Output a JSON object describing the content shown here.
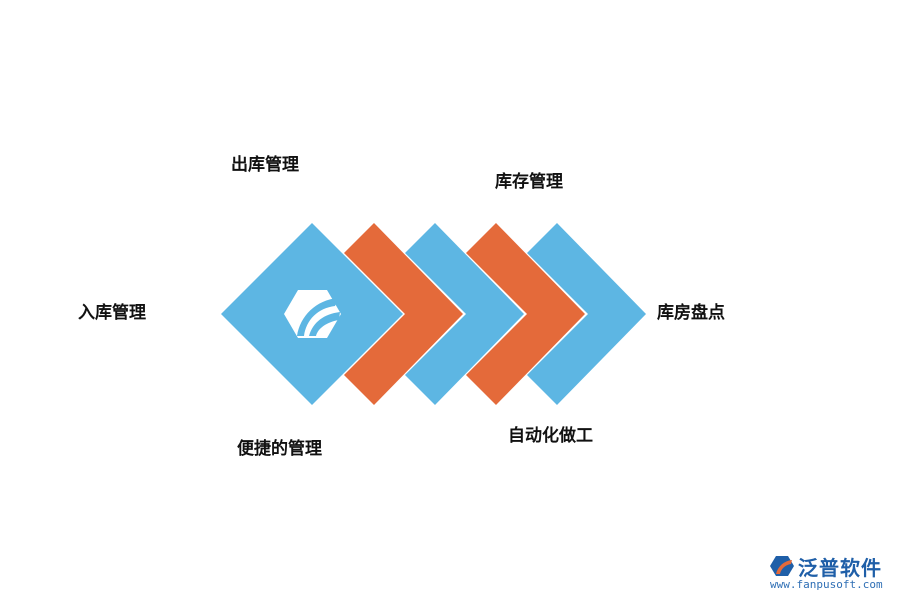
{
  "labels": {
    "left": "入库管理",
    "top_left": "出库管理",
    "bottom_left": "便捷的管理",
    "top_right": "库存管理",
    "bottom_right": "自动化做工",
    "right": "库房盘点"
  },
  "colors": {
    "blue": "#5db6e3",
    "orange": "#e46a3a"
  },
  "center_icon": "hexagon-logo-icon",
  "watermark": {
    "name": "泛普软件",
    "url": "www.fanpusoft.com"
  }
}
